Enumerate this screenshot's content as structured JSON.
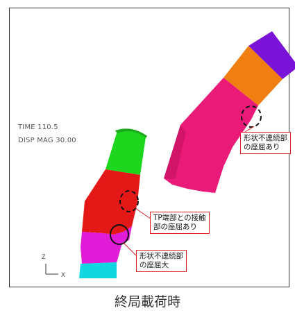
{
  "readout": {
    "time": "TIME 110.5",
    "disp": "DISP MAG 30.00"
  },
  "axes": {
    "z": "Z",
    "x": "X"
  },
  "callouts": {
    "right": "形状不連続部\nの座屈あり",
    "middle": "TP端部との接触\n部の座屈あり",
    "bottom": "形状不連続部\nの座屈大"
  },
  "caption": "終局載荷時",
  "colors": {
    "purple": "#7a12d8",
    "orange": "#f07e10",
    "pink": "#ea1a78",
    "green": "#1ed61e",
    "red": "#e51818",
    "magenta": "#e01cd8",
    "cyan": "#12d6e0",
    "callout_border": "#e02020"
  }
}
